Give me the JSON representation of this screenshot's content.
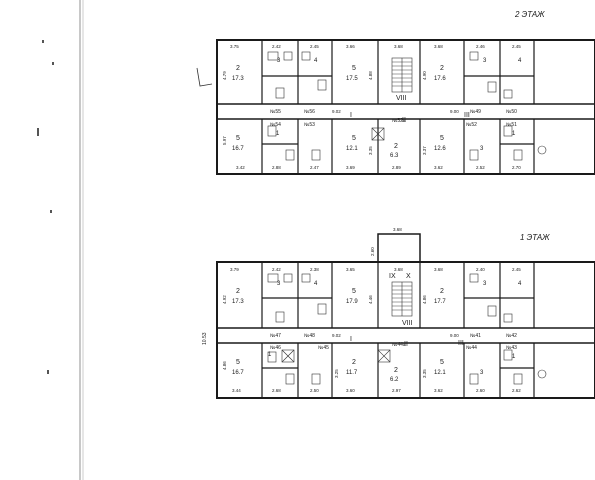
{
  "floors": [
    {
      "title": "2 ЭТАЖ",
      "top_dims": [
        "3.75",
        "2.42",
        "2.45",
        "3.66",
        "3.68",
        "3.68",
        "2.46",
        "2.45"
      ],
      "bottom_dims": [
        "3.42",
        "2.88",
        "2.47",
        "3.69",
        "2.89",
        "3.62",
        "2.52",
        "2.70"
      ],
      "side_dims": [
        "4.79",
        "4.88",
        "4.90",
        "5.97",
        "3.35",
        "3.37"
      ],
      "rooms": [
        {
          "num": "2",
          "area": "17.3"
        },
        {
          "num": "5",
          "area": "17.5"
        },
        {
          "num": "2",
          "area": "17.6"
        },
        {
          "num": "5",
          "area": "16.7"
        },
        {
          "num": "5",
          "area": "12.1"
        },
        {
          "num": "2",
          "area": "6.3"
        },
        {
          "num": "5",
          "area": "12.6"
        }
      ],
      "small_rooms": [
        "3",
        "4",
        "3",
        "1",
        "1",
        "3",
        "4"
      ],
      "apartments": [
        "№55",
        "№56",
        "№54",
        "№53",
        "№52а",
        "№52",
        "№49",
        "№50",
        "№51"
      ],
      "roman": [
        "I",
        "II",
        "III",
        "VIII"
      ],
      "corridor_dims": [
        "9.02",
        "9.00"
      ]
    },
    {
      "title": "1 ЭТАЖ",
      "top_dims": [
        "3.79",
        "2.42",
        "2.38",
        "3.65",
        "3.68",
        "3.68",
        "2.40",
        "2.45"
      ],
      "bottom_dims": [
        "3.44",
        "2.68",
        "2.50",
        "3.60",
        "2.97",
        "3.62",
        "2.60",
        "2.62"
      ],
      "side_dims": [
        "4.92",
        "4.46",
        "4.86",
        "4.86",
        "3.25",
        "3.35"
      ],
      "rooms": [
        {
          "num": "2",
          "area": "17.3"
        },
        {
          "num": "5",
          "area": "17.9"
        },
        {
          "num": "2",
          "area": "17.7"
        },
        {
          "num": "5",
          "area": "16.7"
        },
        {
          "num": "2",
          "area": "11.7"
        },
        {
          "num": "2",
          "area": "6.2"
        },
        {
          "num": "5",
          "area": "12.1"
        }
      ],
      "small_rooms": [
        "3",
        "4",
        "3",
        "1",
        "1",
        "3",
        "4"
      ],
      "apartments": [
        "№47",
        "№48",
        "№46",
        "№45",
        "№44а",
        "№44",
        "№41",
        "№42",
        "№43"
      ],
      "roman": [
        "I",
        "II",
        "III",
        "VIII",
        "IX",
        "X"
      ],
      "corridor_dims": [
        "9.02",
        "9.00"
      ],
      "vestibule_dim": "3.68",
      "stair_dim": "2.60",
      "overall_height": "10.53"
    }
  ]
}
